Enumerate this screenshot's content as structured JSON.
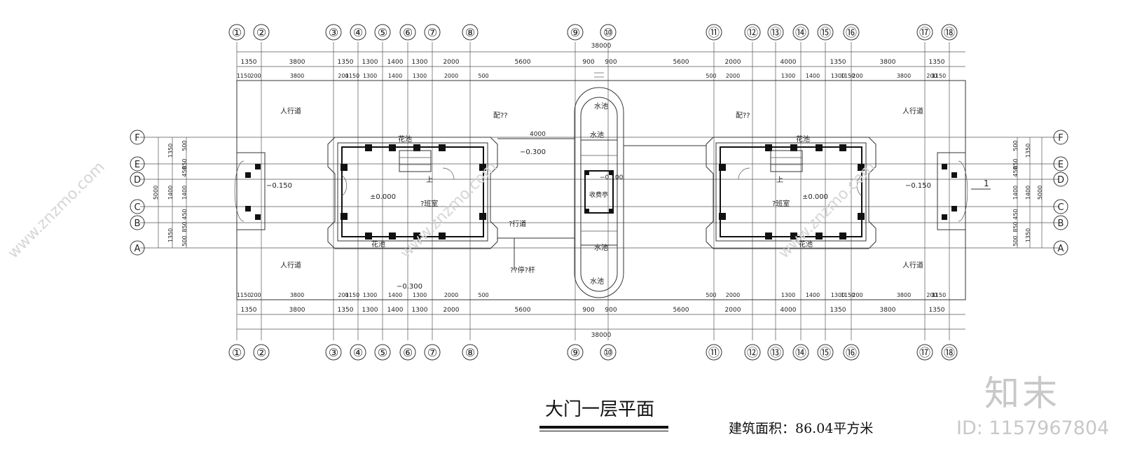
{
  "drawing": {
    "title": "大门一层平面",
    "area_text": "建筑面积：86.04平方米",
    "grid_numbers": [
      "①",
      "②",
      "③",
      "④",
      "⑤",
      "⑥",
      "⑦",
      "⑧",
      "⑨",
      "⑩",
      "⑪",
      "⑫",
      "⑬",
      "⑭",
      "⑮",
      "⑯",
      "⑰",
      "⑱"
    ],
    "grid_letters": [
      "F",
      "E",
      "D",
      "C",
      "B",
      "A"
    ],
    "total_dimension": "38000",
    "dims_outer": [
      "1350",
      "3800",
      "1350",
      "1300",
      "1400",
      "1300",
      "2000",
      "5600",
      "900",
      "900",
      "5600",
      "2000",
      "4000",
      "1350",
      "3800",
      "1350"
    ],
    "dims_inner_top": [
      "1150",
      "200",
      "3800",
      "200",
      "1150",
      "1300",
      "1400",
      "1300",
      "2000",
      "500",
      "500",
      "2000",
      "1300",
      "1400",
      "1300",
      "1150",
      "200",
      "3800",
      "200",
      "1150"
    ],
    "side_dims_outer": [
      "1350",
      "1400",
      "1350",
      "5000"
    ],
    "side_dims_inner": [
      "500",
      "850",
      "450",
      "1400",
      "450",
      "850",
      "500"
    ],
    "labels": {
      "sidewalk": "人行道",
      "planter": "花池",
      "pool": "水池",
      "duty_room": "?班室",
      "up": "上",
      "config": "配??",
      "toll_booth": "收费亭",
      "lane": "?行道",
      "barrier": "??停?杆",
      "lvl_0": "±0.000",
      "lvl_m150": "−0.150",
      "lvl_m300": "−0.300",
      "lvl_m100": "−0.100",
      "span_4000": "4000",
      "section_mark": "1"
    }
  },
  "watermark": {
    "site": "www.znzmo.com",
    "logo": "知末",
    "id": "ID: 1157967804"
  }
}
